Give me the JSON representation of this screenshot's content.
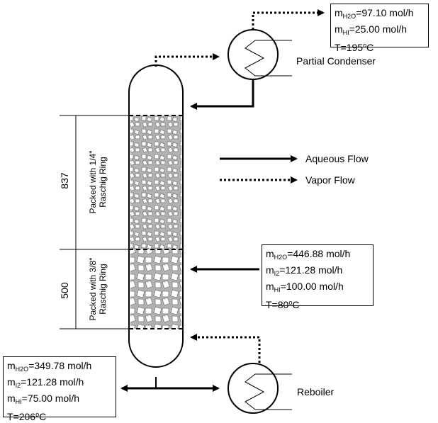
{
  "legend": {
    "aqueous_label": "Aqueous Flow",
    "vapor_label": "Vapor Flow"
  },
  "equipment": {
    "condenser_label": "Partial Condenser",
    "reboiler_label": "Reboiler"
  },
  "sections": {
    "top": {
      "height": "837",
      "packing_line1": "Packed with 1/4\"",
      "packing_line2": "Raschig Ring"
    },
    "bottom": {
      "height": "500",
      "packing_line1": "Packed with 3/8\"",
      "packing_line2": "Raschig Ring"
    }
  },
  "streams": {
    "condenser_out": [
      {
        "pre": "m",
        "sub": "H2O",
        "val": "=97.10 mol/h"
      },
      {
        "pre": "m",
        "sub": "HI",
        "val": "=25.00 mol/h"
      },
      {
        "pre": "T=195",
        "sup": "o",
        "val": "C"
      }
    ],
    "feed": [
      {
        "pre": "m",
        "sub": "H2O",
        "val": "=446.88 mol/h"
      },
      {
        "pre": "m",
        "sub": "I2",
        "val": "=121.28 mol/h"
      },
      {
        "pre": "m",
        "sub": "HI",
        "val": "=100.00 mol/h"
      },
      {
        "pre": "T=80",
        "sup": "o",
        "val": "C"
      }
    ],
    "bottoms": [
      {
        "pre": "m",
        "sub": "H2O",
        "val": "=349.78 mol/h"
      },
      {
        "pre": "m",
        "sub": "I2",
        "val": "=121.28 mol/h"
      },
      {
        "pre": "m",
        "sub": "HI",
        "val": "=75.00 mol/h"
      },
      {
        "pre": "T=206",
        "sup": "o",
        "val": "C"
      }
    ]
  },
  "colors": {
    "line": "#000000",
    "packing_fill": "#b3b3b3",
    "packing_ring": "#ffffff"
  }
}
